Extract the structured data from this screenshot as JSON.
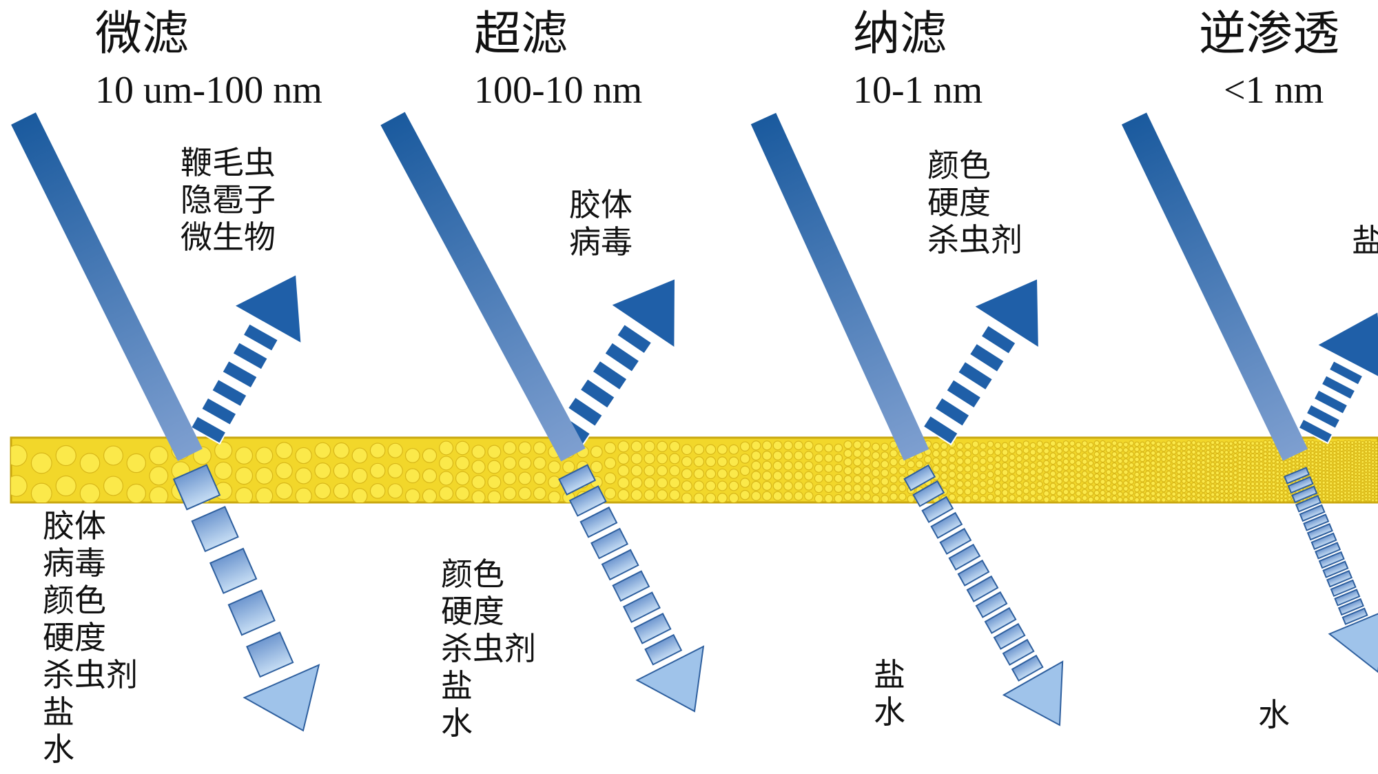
{
  "columns": [
    {
      "title": "微滤",
      "range": "10 um-100 nm",
      "rejected": [
        "鞭毛虫",
        "隐雹子",
        "微生物"
      ],
      "passed": [
        "胶体",
        "病毒",
        "颜色",
        "硬度",
        "杀虫剂",
        "盐",
        "水"
      ]
    },
    {
      "title": "超滤",
      "range": "100-10 nm",
      "rejected": [
        "胶体",
        "病毒"
      ],
      "passed": [
        "颜色",
        "硬度",
        "杀虫剂",
        "盐",
        "水"
      ]
    },
    {
      "title": "纳滤",
      "range": "10-1 nm",
      "rejected": [
        "颜色",
        "硬度",
        "杀虫剂"
      ],
      "passed": [
        "盐",
        "水"
      ]
    },
    {
      "title": "逆渗透",
      "range": "<1 nm",
      "rejected": [
        "盐"
      ],
      "passed": [
        "水"
      ]
    }
  ],
  "colors": {
    "feed_stream_top": "#1a5a9e",
    "feed_stream_bottom": "#7e9fd0",
    "rejected_arrow": "#1f5fa8",
    "permeate_arrow": "#9fc3ea",
    "membrane_fill": "#f2d72a",
    "membrane_pore": "#fbe94a",
    "membrane_edge": "#c9a70f"
  },
  "icons": {
    "feed": "feed-stream-bar",
    "rejected": "reject-arrow-up-right",
    "permeate": "permeate-arrow-down-right"
  }
}
